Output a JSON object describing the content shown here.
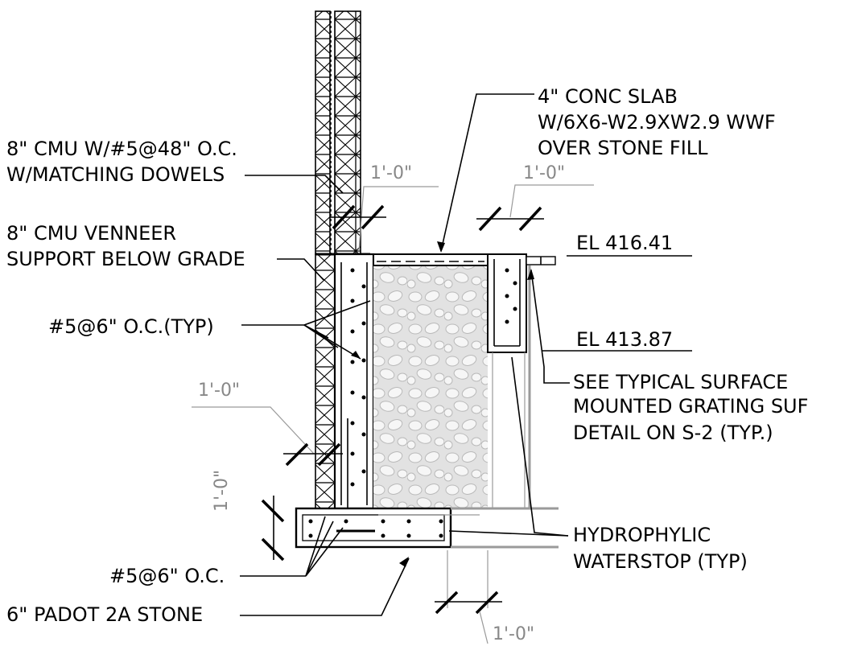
{
  "notes": {
    "slab": [
      "4\" CONC SLAB",
      "W/6X6-W2.9XW2.9 WWF",
      "OVER STONE FILL"
    ],
    "cmu_wall": [
      "8\" CMU W/#5@48\" O.C.",
      "W/MATCHING DOWELS"
    ],
    "veneer": [
      "8\" CMU VENNEER",
      "SUPPORT BELOW GRADE"
    ],
    "rebar_wall": "#5@6\" O.C.(TYP)",
    "grating": [
      "SEE TYPICAL SURFACE",
      "MOUNTED GRATING SUF",
      "DETAIL ON S-2 (TYP.)"
    ],
    "waterstop": [
      "HYDROPHYLIC",
      "WATERSTOP (TYP)"
    ],
    "rebar_footing": "#5@6\" O.C.",
    "stone": "6\" PADOT 2A STONE"
  },
  "elevations": {
    "top": "EL 416.41",
    "bottom": "EL 413.87"
  },
  "dimensions": {
    "dowel_top": "1'-0\"",
    "slab_edge": "1'-0\"",
    "wall_lap": "1'-0\"",
    "footing_vertical": "1'-0\"",
    "footing_bottom": "1'-0\""
  }
}
